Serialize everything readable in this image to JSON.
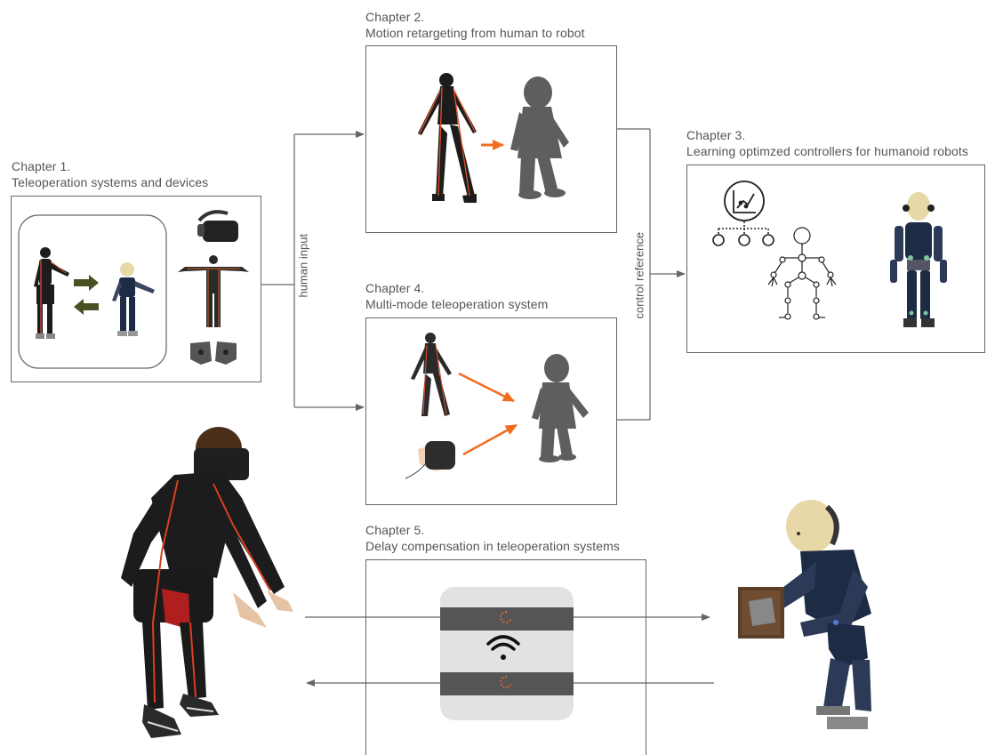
{
  "chapters": {
    "ch1": {
      "number": "Chapter 1.",
      "title": "Teleoperation systems and devices"
    },
    "ch2": {
      "number": "Chapter 2.",
      "title": "Motion retargeting from human to robot"
    },
    "ch3": {
      "number": "Chapter 3.",
      "title": "Learning optimzed controllers for humanoid robots"
    },
    "ch4": {
      "number": "Chapter 4.",
      "title": "Multi-mode teleoperation system"
    },
    "ch5": {
      "number": "Chapter 5.",
      "title": "Delay compensation in teleoperation systems"
    }
  },
  "labels": {
    "human_input": "human input",
    "control_reference": "control reference"
  },
  "colors": {
    "orange": "#f26c1f",
    "robot_silhouette": "#5e5e5e",
    "line": "#666666",
    "olive_arrow": "#4a4f24",
    "suit": "#1c1c1c",
    "robot_body": "#1e2b45",
    "robot_head": "#e8d8a8"
  },
  "icons": [
    "vr-headset-icon",
    "mocap-suit-icon",
    "haptic-glove-icon",
    "learning-chart-icon",
    "neural-network-icon",
    "skeleton-icon",
    "wifi-icon",
    "loading-spinner-icon",
    "joystick-icon"
  ]
}
